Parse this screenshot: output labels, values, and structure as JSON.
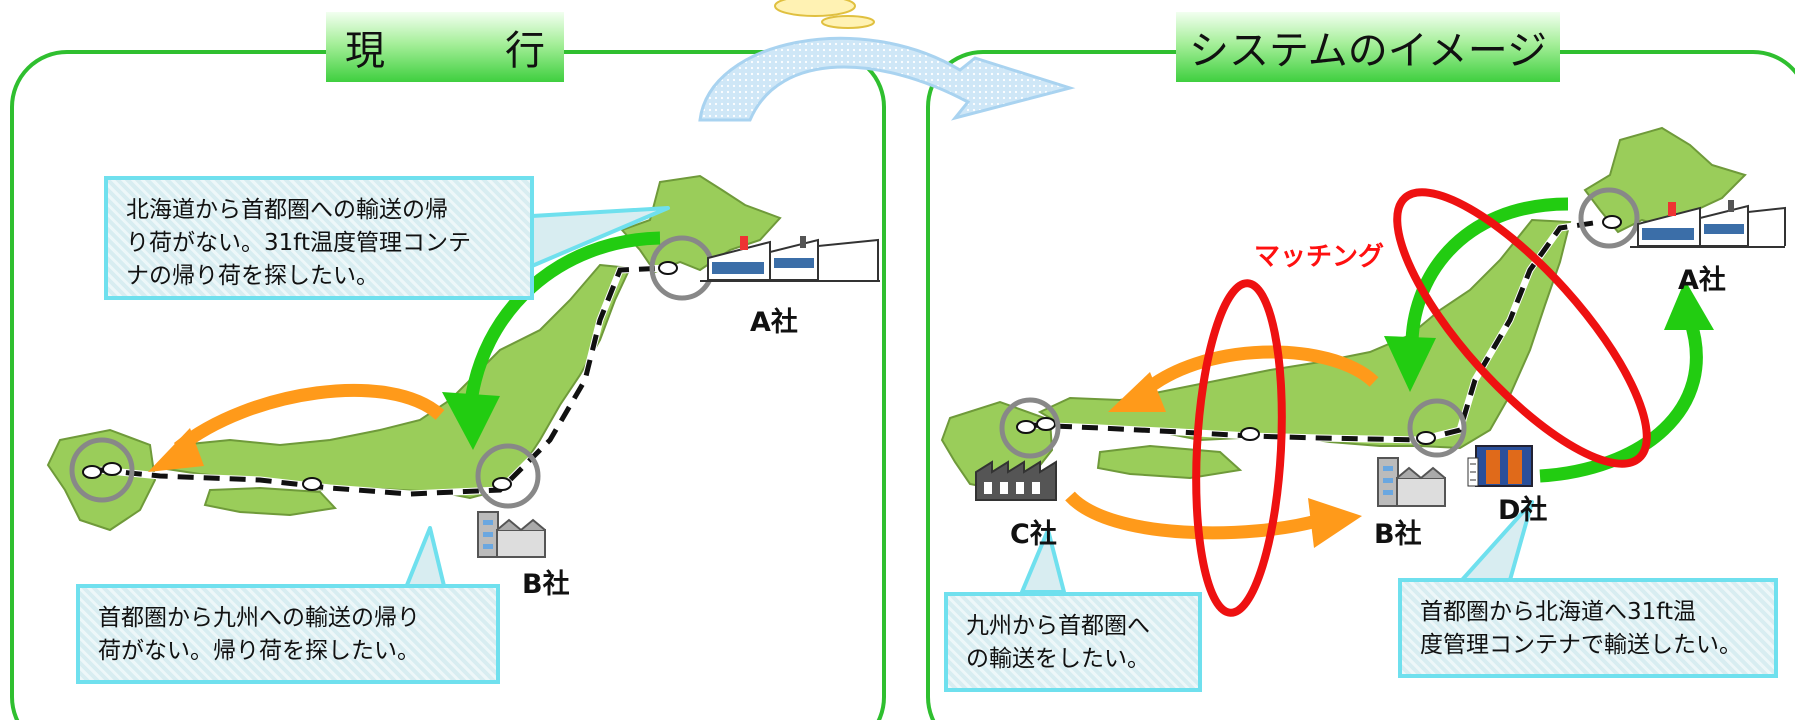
{
  "panels": {
    "current": {
      "title": "現　　　行"
    },
    "system": {
      "title": "システムのイメージ"
    }
  },
  "left": {
    "callout_top": "北海道から首都圏への輸送の帰\nり荷がない。31ft温度管理コンテ\nナの帰り荷を探したい。",
    "callout_bottom": "首都圏から九州への輸送の帰り\n荷がない。帰り荷を探したい。",
    "company_a": "A社",
    "company_b": "B社"
  },
  "right": {
    "matching": "マッチング",
    "company_a": "A社",
    "company_b": "B社",
    "company_c": "C社",
    "company_d": "D社",
    "callout_c": "九州から首都圏へ\nの輸送をしたい。",
    "callout_d": "首都圏から北海道へ31ft温\n度管理コンテナで輸送したい。"
  },
  "colors": {
    "panel_border": "#2fbf2f",
    "land": "#9acd5a",
    "land_edge": "#6f9a3a",
    "arrow_green": "#22cc11",
    "arrow_orange": "#ff9a1a",
    "ellipse_red": "#ee1111",
    "callout_border": "#6fe0ee",
    "transition_arrow": "#a9d3f0"
  }
}
